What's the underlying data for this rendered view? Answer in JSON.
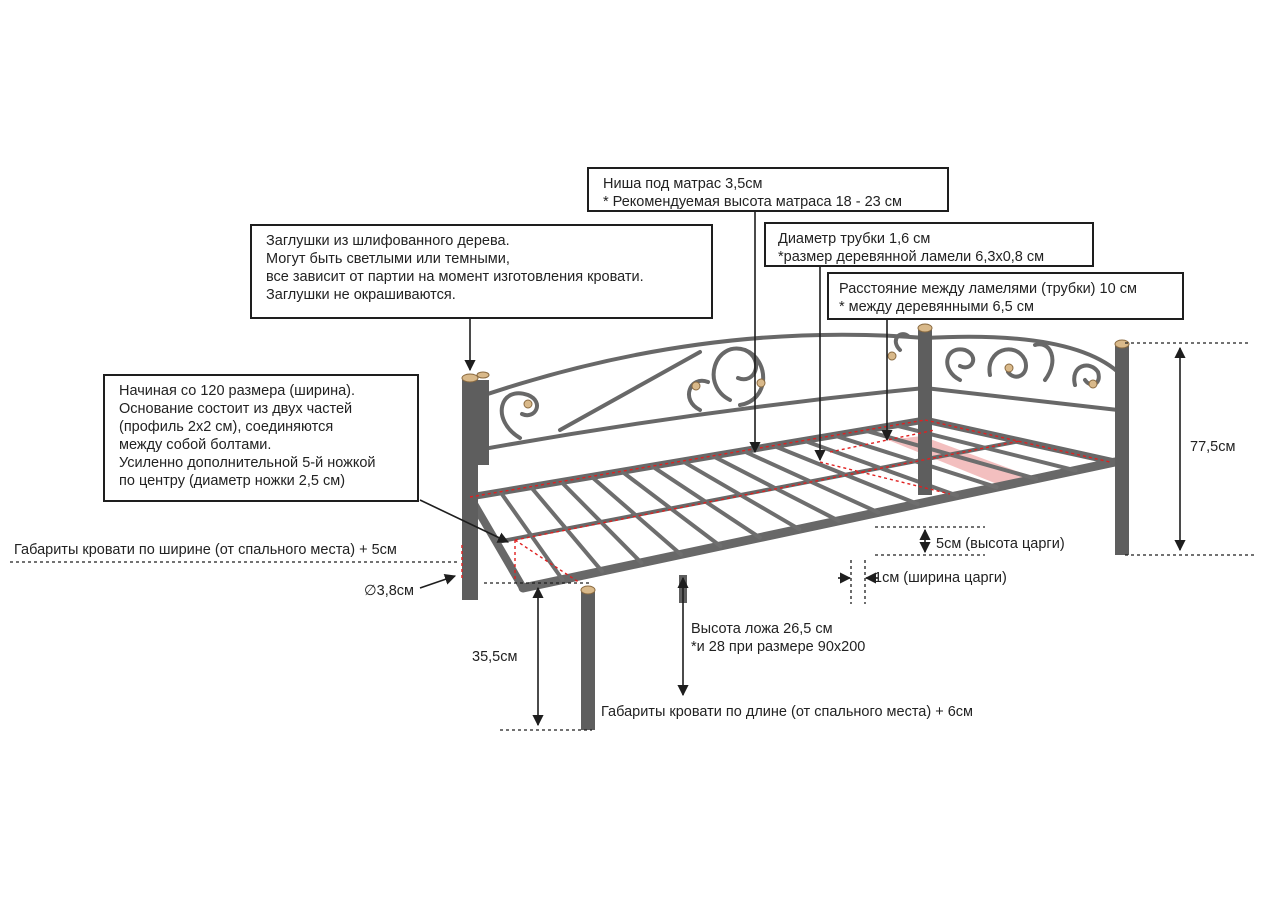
{
  "callouts": {
    "wood_caps": {
      "lines": [
        "Заглушки из шлифованного дерева.",
        "Могут быть светлыми или темными,",
        "все зависит от партии на момент изготовления кровати.",
        "Заглушки не окрашиваются."
      ]
    },
    "mattress_niche": {
      "lines": [
        "Ниша под матрас 3,5см",
        "* Рекомендуемая высота матраса 18 - 23 см"
      ]
    },
    "tube_diameter": {
      "lines": [
        "Диаметр трубки 1,6 см",
        "*размер деревянной ламели 6,3х0,8 см"
      ]
    },
    "slat_spacing": {
      "lines": [
        "Расстояние между ламелями (трубки) 10 см",
        "* между деревянными 6,5 см"
      ]
    },
    "base_parts": {
      "lines": [
        "Начиная со 120 размера (ширина).",
        "Основание состоит из двух частей",
        "(профиль 2х2 см), соединяются",
        "между собой болтами.",
        "Усиленно дополнительной 5-й ножкой",
        "по центру (диаметр ножки 2,5 см)"
      ]
    }
  },
  "dimensions": {
    "total_height": "77,5см",
    "width_overall": "Габариты кровати по ширине (от спального места) + 5см",
    "leg_diameter": "∅3,8см",
    "rail_height": "5см (высота царги)",
    "rail_width": "1см (ширина царги)",
    "bed_height_line1": "Высота ложа 26,5 см",
    "bed_height_line2": "*и 28 при размере 90х200",
    "leg_height": "35,5см",
    "length_overall": "Габариты кровати по длине (от спального места) + 6см"
  },
  "colors": {
    "frame": "#686868",
    "frame_dark": "#4a4a4a",
    "marker": "#e02020",
    "wood_cap": "#d9b98a",
    "highlight": "#f2b8b8",
    "line": "#1e1e1e"
  }
}
